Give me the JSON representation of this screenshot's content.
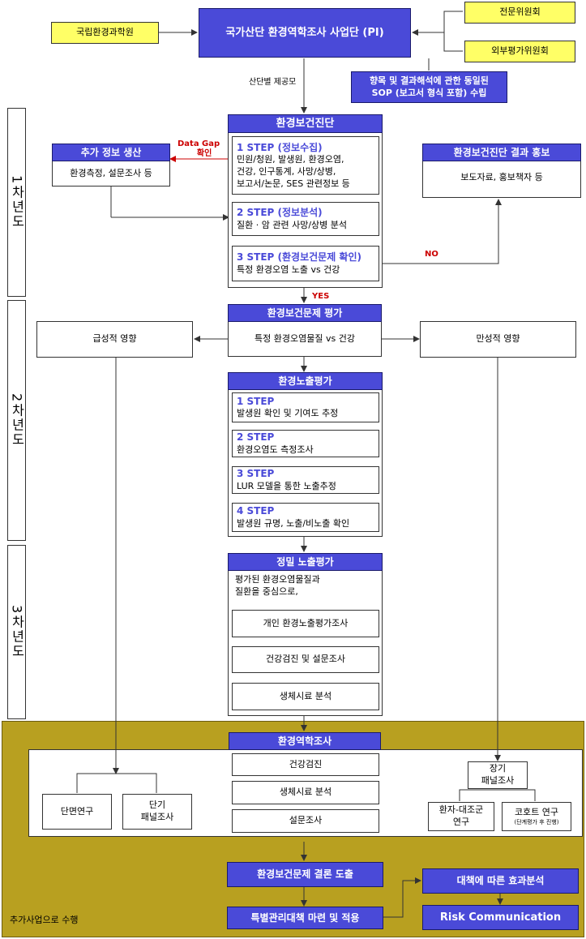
{
  "top": {
    "nier": "국립환경과학원",
    "pi": "국가산단 환경역학조사 사업단 (PI)",
    "expert": "전문위원회",
    "external": "외부평가위원회",
    "sop": [
      "향목 및 결과해석에 관한 동일된",
      "SOP (보고서 형식 포함) 수립"
    ],
    "per_site": "산단별 제공모"
  },
  "years": [
    "1차년도",
    "2차년도",
    "3차년도"
  ],
  "diag": {
    "title": "환경보건진단",
    "step1_title": "1 STEP (정보수집)",
    "step1_lines": [
      "민원/청원, 발생원, 환경오염,",
      "건강, 인구통계, 사망/상병,",
      "보고서/논문, SES 관련정보 등"
    ],
    "step2_title": "2 STEP (정보분석)",
    "step2_text": "질환 · 암 관련 사망/상병 분석",
    "step3_title": "3 STEP (환경보건문제 확인)",
    "step3_text": "특정 환경오염 노출 vs 건강"
  },
  "extra": {
    "title": "추가 정보 생산",
    "text": "환경측정, 설문조사 등",
    "gap": [
      "Data Gap",
      "확인"
    ]
  },
  "promo": {
    "title": "환경보건진단 결과 홍보",
    "text": "보도자료, 홍보책자 등"
  },
  "no": "NO",
  "yes": "YES",
  "eval": {
    "title": "환경보건문제 평가",
    "text": "특정 환경오염물질 vs 건강",
    "acute": "급성적 영향",
    "chronic": "만성적 영향"
  },
  "exposure": {
    "title": "환경노출평가",
    "steps": [
      {
        "h": "1 STEP",
        "t": "발생원 확인 및 기여도 추정"
      },
      {
        "h": "2 STEP",
        "t": "환경오염도 측정조사"
      },
      {
        "h": "3 STEP",
        "t": "LUR 모델을 통한 노출추정"
      },
      {
        "h": "4 STEP",
        "t": "발생원 규명, 노출/비노출 확인"
      }
    ]
  },
  "precise": {
    "title": "정밀 노출평가",
    "intro": [
      "평가된 환경오염물질과",
      "질환을 중심으로,"
    ],
    "items": [
      "개인 환경노출평가조사",
      "건강검진 및 설문조사",
      "생체시료 분석"
    ]
  },
  "epi": {
    "title": "환경역학조사",
    "center": [
      "건강검진",
      "생체시료 분석",
      "설문조사"
    ],
    "cross": "단면연구",
    "short": [
      "단기",
      "패널조사"
    ],
    "long": [
      "장기",
      "패널조사"
    ],
    "case": [
      "환자-대조군",
      "연구"
    ],
    "cohort": "코호트 연구",
    "cohort_note": "(단계평가 후 진행)",
    "conclusion": "환경보건문제 결론 도출",
    "measures": "특별관리대책 마련 및 적용",
    "effect": "대책에 따른 효과분석",
    "risk": "Risk Communication",
    "additional": "추가사업으로 수행"
  },
  "colors": {
    "blue": "#4a4ad8",
    "yellow": "#ffff66",
    "gold": "#b8a020"
  }
}
